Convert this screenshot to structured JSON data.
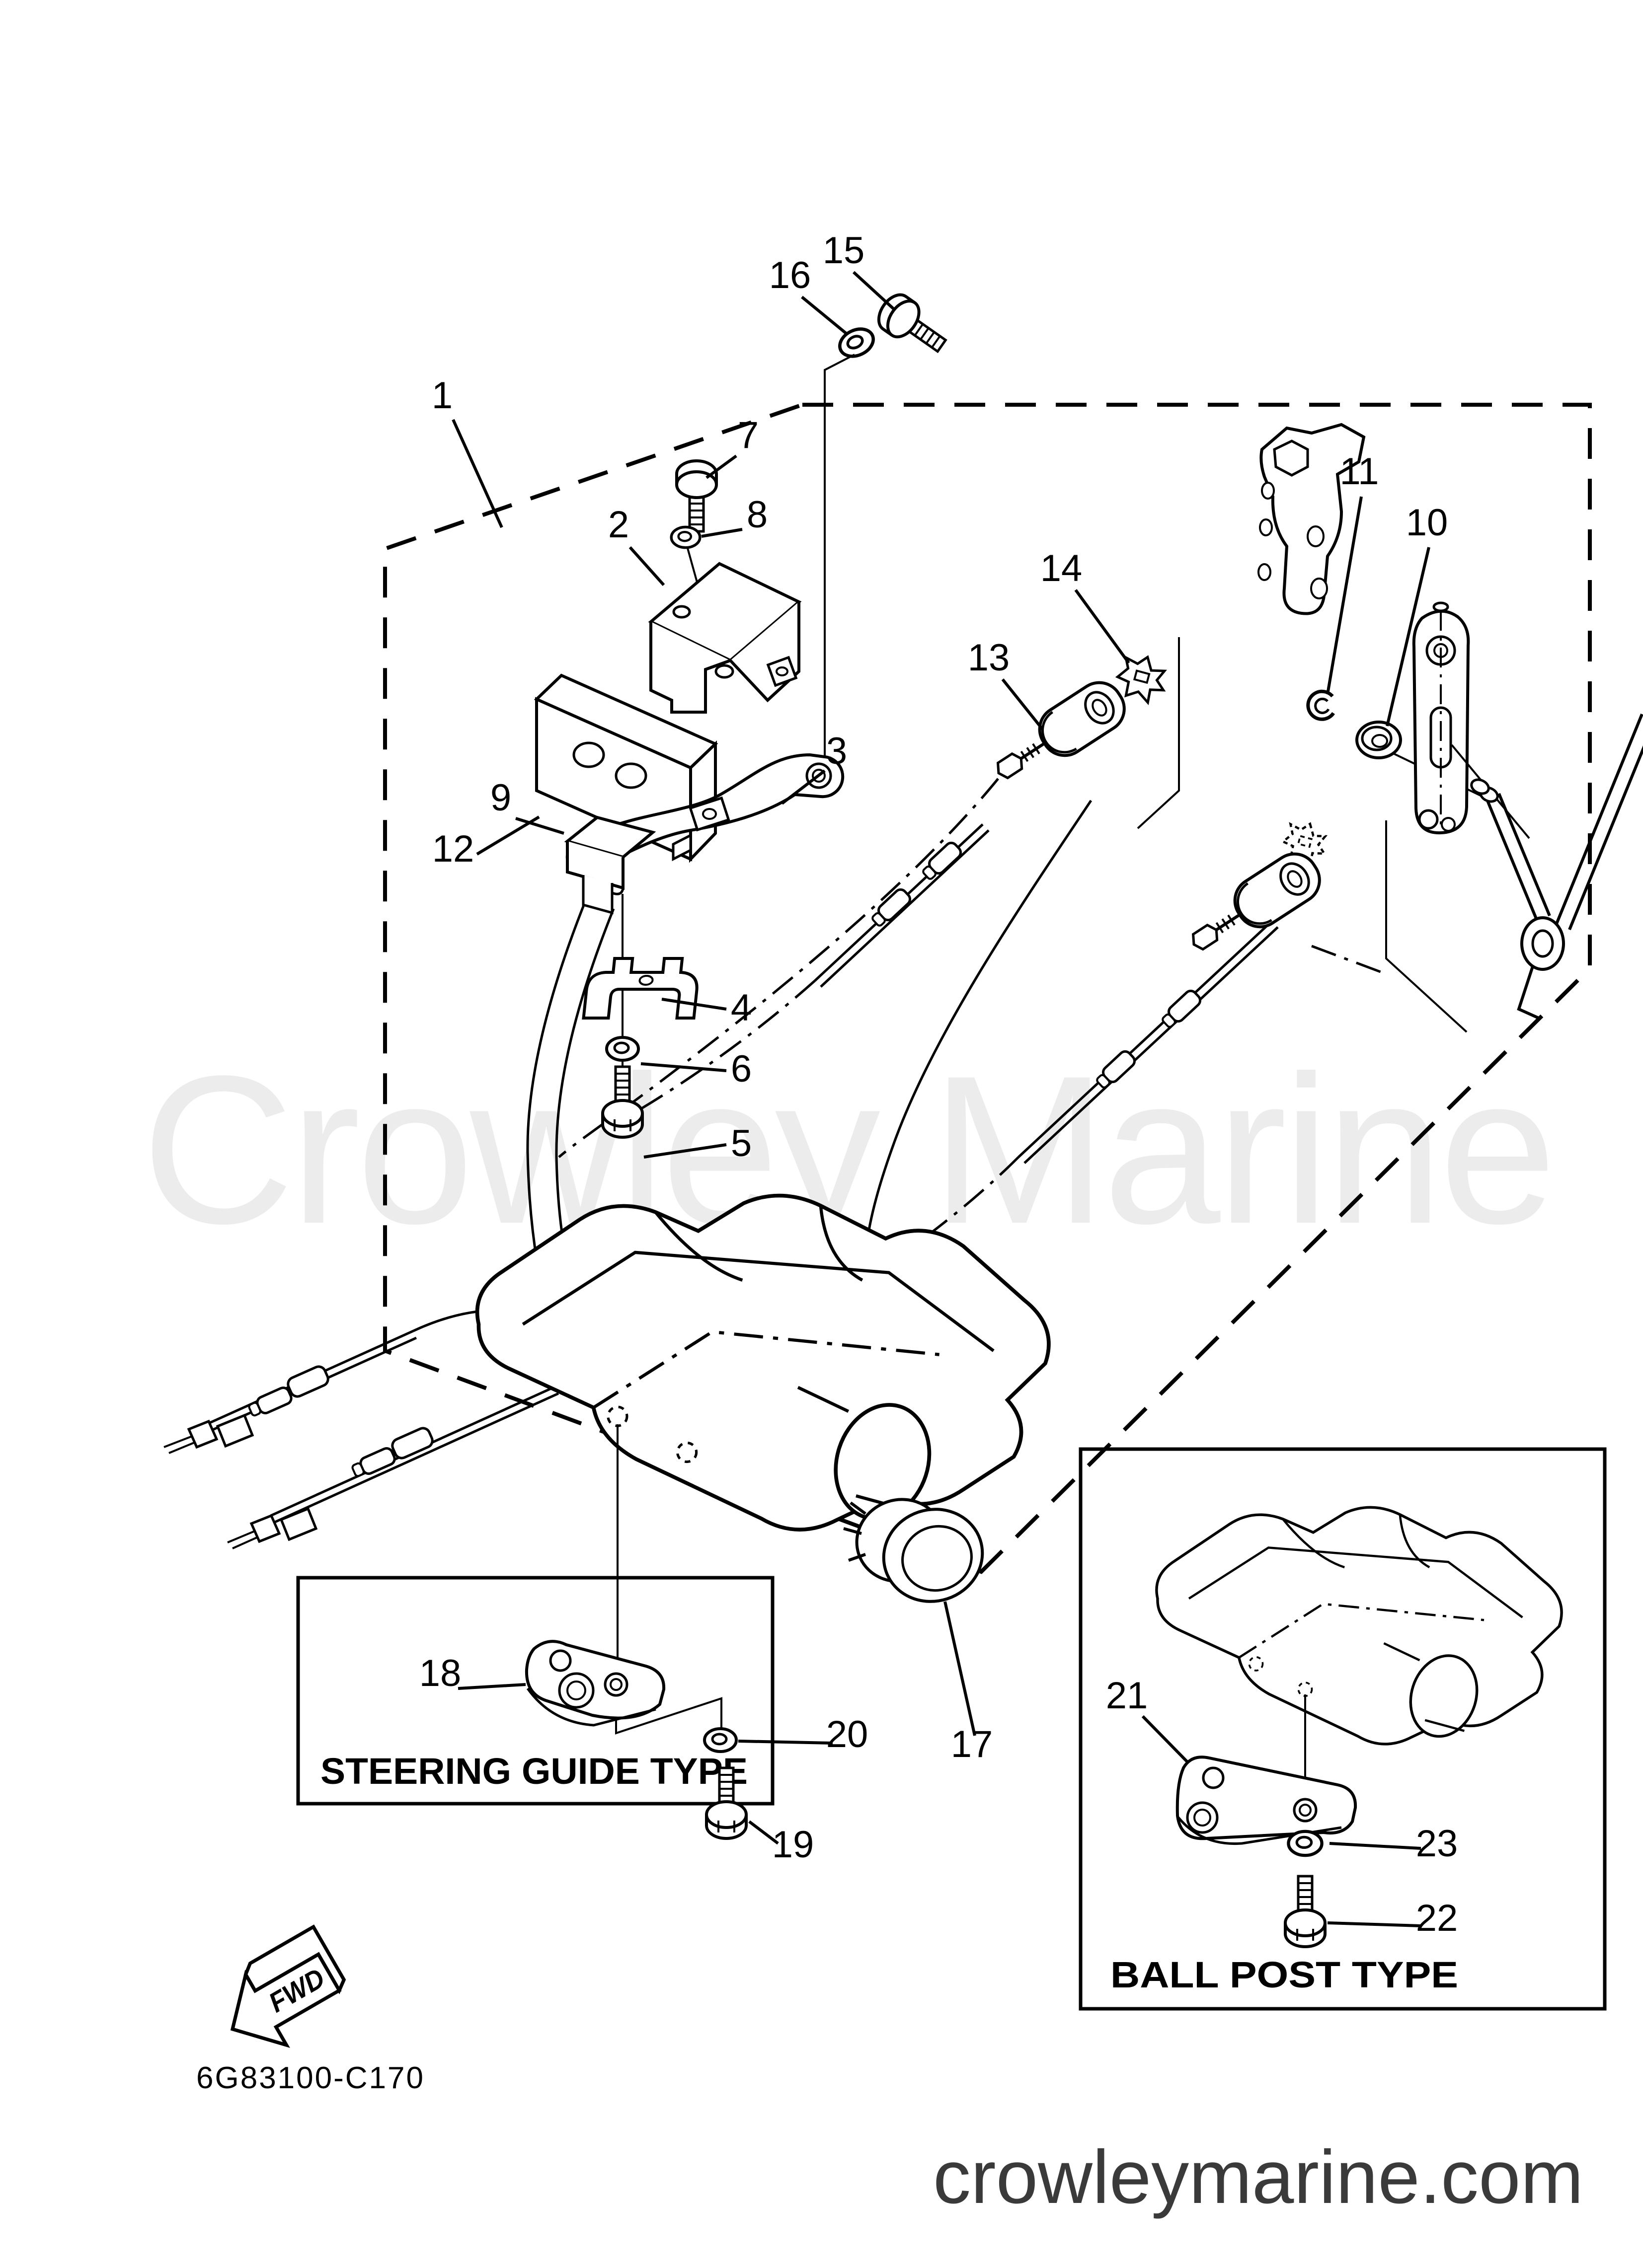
{
  "watermark": {
    "text": "Crowley Marine"
  },
  "diagram": {
    "code": "6G83100-C170",
    "fwd_label": "FWD",
    "callouts": [
      {
        "label": "1"
      },
      {
        "label": "2"
      },
      {
        "label": "3"
      },
      {
        "label": "4"
      },
      {
        "label": "5"
      },
      {
        "label": "6"
      },
      {
        "label": "7"
      },
      {
        "label": "8"
      },
      {
        "label": "9"
      },
      {
        "label": "10"
      },
      {
        "label": "11"
      },
      {
        "label": "12"
      },
      {
        "label": "13"
      },
      {
        "label": "14"
      },
      {
        "label": "15"
      },
      {
        "label": "16"
      },
      {
        "label": "17"
      },
      {
        "label": "18"
      },
      {
        "label": "19"
      },
      {
        "label": "20"
      },
      {
        "label": "21"
      },
      {
        "label": "22"
      },
      {
        "label": "23"
      }
    ],
    "insets": {
      "steering_guide": {
        "title": "STEERING GUIDE TYPE"
      },
      "ball_post": {
        "title": "BALL POST TYPE"
      }
    }
  },
  "footer": {
    "website": "crowleymarine.com"
  },
  "colors": {
    "line": "#000000",
    "watermark": "#ececec",
    "website_text": "#3a3a3a",
    "background": "#ffffff"
  }
}
